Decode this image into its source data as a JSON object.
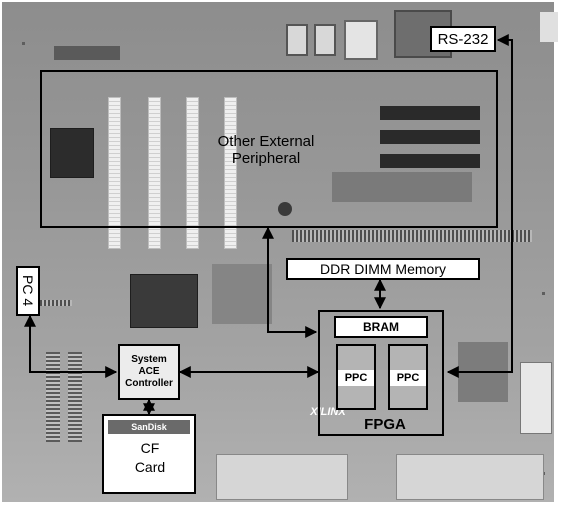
{
  "labels": {
    "rs232": "RS-232",
    "other_peripheral": "Other External\nPeripheral",
    "ddr": "DDR DIMM Memory",
    "pc4": "PC 4",
    "bram": "BRAM",
    "ppc_left": "PPC",
    "ppc_right": "PPC",
    "fpga": "FPGA",
    "system_ace": "System\nACE\nController",
    "cf_card": "CF\nCard",
    "xilinx_logo": "XILINX",
    "sandisk_logo": "SanDisk"
  },
  "colors": {
    "board": "#9a9a9a",
    "outline": "#000000",
    "label_fill": "#ffffff",
    "arrow": "#000000"
  }
}
